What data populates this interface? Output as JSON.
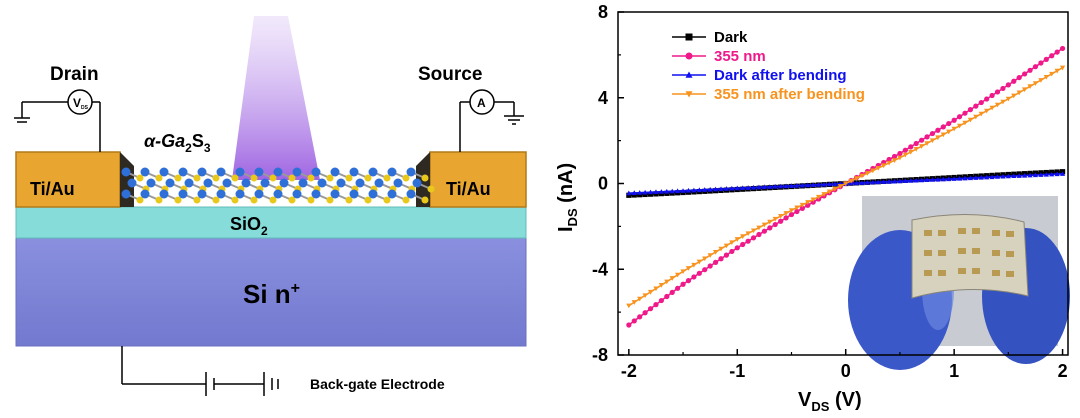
{
  "device": {
    "drain_label": "Drain",
    "source_label": "Source",
    "vds_symbol": "V",
    "vds_sub": "DS",
    "ammeter_symbol": "A",
    "left_contact": "Ti/Au",
    "right_contact": "Ti/Au",
    "channel_prefix": "α-Ga",
    "channel_s1": "2",
    "channel_mid": "S",
    "channel_s2": "3",
    "oxide_main": "SiO",
    "oxide_sub": "2",
    "substrate_main": "Si  n",
    "substrate_sup": "+",
    "backgate_label": "Back-gate Electrode",
    "colors": {
      "contact": "#e8a630",
      "oxide": "#86dcd8",
      "substrate": "#7f86d8",
      "beam": "#a36ee0",
      "atom_ga": "#2f6fd8",
      "atom_s": "#e9c81c"
    }
  },
  "chart_data": {
    "type": "line",
    "xlabel_main": "V",
    "xlabel_sub": "DS",
    "xlabel_unit": " (V)",
    "ylabel_main": "I",
    "ylabel_sub": "DS",
    "ylabel_unit": " (nA)",
    "xlim": [
      -2.1,
      2.05
    ],
    "ylim": [
      -8,
      8
    ],
    "x_ticks": [
      "-2",
      "-1",
      "0",
      "1",
      "2"
    ],
    "y_ticks": [
      "-8",
      "-4",
      "0",
      "4",
      "8"
    ],
    "legend_position": "top-left",
    "grid": false,
    "inset": "photograph of flexible device held between gloved fingers (bottom-right)",
    "x": [
      -2,
      -1.5,
      -1,
      -0.5,
      0,
      0.5,
      1,
      1.5,
      2
    ],
    "series": [
      {
        "name": "Dark",
        "color": "#000000",
        "marker": "square",
        "values": [
          -0.55,
          -0.42,
          -0.28,
          -0.14,
          0,
          0.14,
          0.28,
          0.42,
          0.55
        ]
      },
      {
        "name": "355 nm",
        "color": "#f0198a",
        "marker": "circle",
        "values": [
          -6.6,
          -4.7,
          -3.0,
          -1.45,
          0,
          1.4,
          2.95,
          4.6,
          6.3
        ]
      },
      {
        "name": "Dark after bending",
        "color": "#1010f0",
        "marker": "triangle-up",
        "values": [
          -0.45,
          -0.34,
          -0.22,
          -0.11,
          0,
          0.11,
          0.22,
          0.34,
          0.45
        ]
      },
      {
        "name": "355 nm after bending",
        "color": "#f7931e",
        "marker": "triangle-down",
        "values": [
          -5.7,
          -4.1,
          -2.6,
          -1.25,
          0,
          1.2,
          2.55,
          3.95,
          5.4
        ]
      }
    ]
  }
}
